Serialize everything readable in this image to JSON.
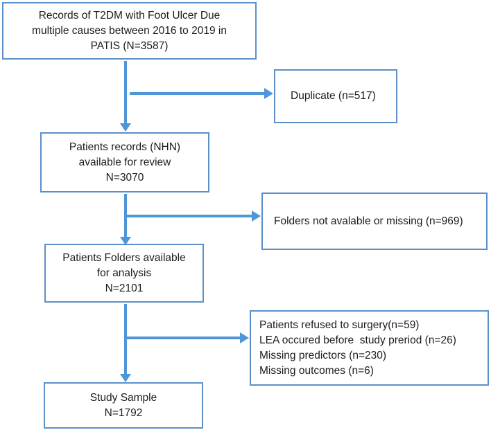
{
  "diagram": {
    "accent_border_color": "#5b8fc9",
    "arrow_color": "#4f96d8",
    "main_nodes": [
      {
        "lines": [
          "Records of T2DM with Foot Ulcer Due",
          "multiple causes between 2016 to 2019 in",
          "PATIS (N=3587)"
        ]
      },
      {
        "lines": [
          "Patients records (NHN)",
          "available for review",
          "N=3070"
        ]
      },
      {
        "lines": [
          "Patients Folders available",
          "for analysis",
          "N=2101"
        ]
      },
      {
        "lines": [
          "Study Sample",
          "N=1792"
        ]
      }
    ],
    "exclusion_nodes": [
      {
        "lines": [
          "Duplicate (n=517)"
        ]
      },
      {
        "lines": [
          "Folders not avalable or missing (n=969)"
        ]
      },
      {
        "lines": [
          "Patients refused to surgery(n=59)",
          "LEA occured before  study preriod (n=26)",
          "Missing predictors (n=230)",
          "Missing outcomes (n=6)"
        ]
      }
    ]
  }
}
